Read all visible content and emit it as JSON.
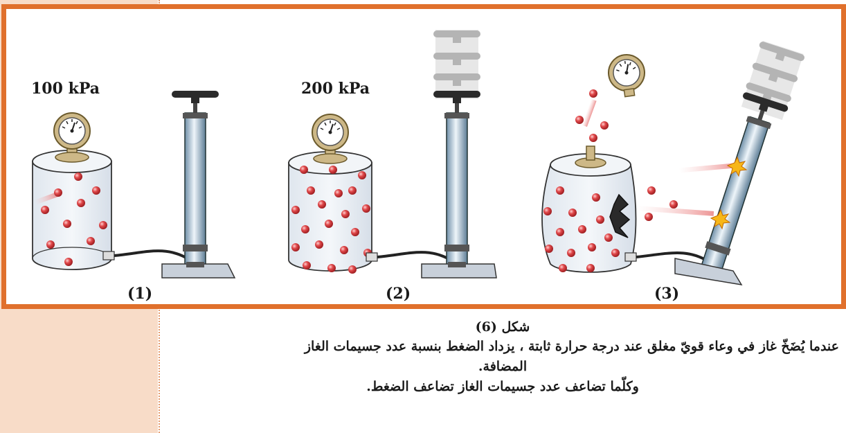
{
  "figure": {
    "panels": [
      {
        "id": "panel-1",
        "number_label": "(1)",
        "pressure_label": "100 kPa"
      },
      {
        "id": "panel-2",
        "number_label": "(2)",
        "pressure_label": "200 kPa"
      },
      {
        "id": "panel-3",
        "number_label": "(3)",
        "pressure_label": ""
      }
    ],
    "colors": {
      "frame": "#e0702c",
      "side_strip": "#f8dcc8",
      "particle": "#e0484a",
      "gauge": "#cdb887",
      "cylinder": "#e6ecf2"
    },
    "caption": {
      "title": "شكل (6)",
      "line1": "عندما يُضَخّ غاز في وعاء قويّ مغلق عند درجة حرارة ثابتة ، يزداد الضغط بنسبة عدد جسيمات الغاز",
      "line2": "المضافة.",
      "line3": "وكلّما تضاعف عدد جسيمات الغاز تضاعف الضغط."
    }
  }
}
